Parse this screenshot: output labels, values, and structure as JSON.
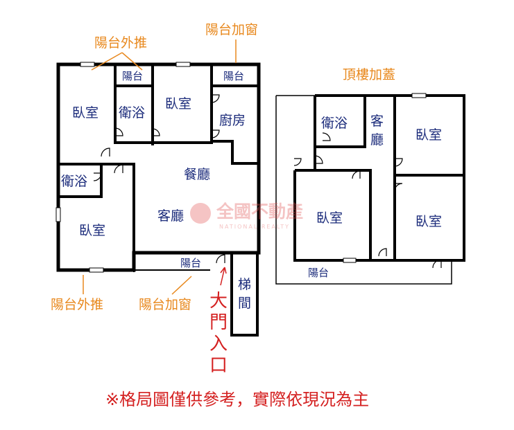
{
  "colors": {
    "wall": "#000000",
    "room_label": "#1a2a7a",
    "annotation": "#e8881d",
    "entrance": "#d42020",
    "footnote": "#d42020",
    "watermark": "#e25555"
  },
  "annotations": {
    "balcony_push_out_top": "陽台外推",
    "balcony_window_top": "陽台加窗",
    "balcony_push_out_bottom": "陽台外推",
    "balcony_window_bottom": "陽台加窗",
    "rooftop_title": "頂樓加蓋"
  },
  "main_floor": {
    "balcony_small": "陽台",
    "balcony_kitchen": "陽台",
    "bedroom_top_left": "臥室",
    "bath_top": "衛浴",
    "bedroom_top_mid": "臥室",
    "kitchen": "廚房",
    "dining": "餐廳",
    "bath_left": "衛浴",
    "living": "客廳",
    "bedroom_bottom_left": "臥室",
    "balcony_front": "陽台",
    "stairwell": "梯間"
  },
  "rooftop": {
    "bath": "衛浴",
    "living": "客廳",
    "bedroom_top_right": "臥室",
    "bedroom_center": "臥室",
    "bedroom_bottom_right": "臥室",
    "balcony": "陽台"
  },
  "entrance_label": "大門入口",
  "footnote": "※格局圖僅供參考，實際依現況為主",
  "watermark": {
    "name": "全國不動產",
    "sub": "NATIONAL REALTY"
  }
}
